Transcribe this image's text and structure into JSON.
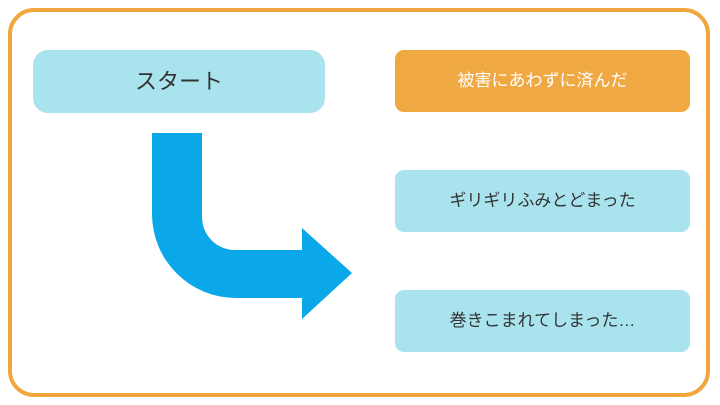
{
  "frame": {
    "background": "#ffffff",
    "border_color": "#f2a63e"
  },
  "start": {
    "label": "スタート",
    "fill": "#a8e3ee",
    "text_color": "#333333"
  },
  "arrow": {
    "name": "curved-down-right-arrow",
    "color": "#0aa8e8"
  },
  "outcomes": [
    {
      "label": "被害にあわずに済んだ",
      "fill": "#f0a843",
      "text_color": "#ffffff"
    },
    {
      "label": "ギリギリふみとどまった",
      "fill": "#a8e3ee",
      "text_color": "#333333"
    },
    {
      "label": "巻きこまれてしまった…",
      "fill": "#a8e3ee",
      "text_color": "#333333"
    }
  ]
}
